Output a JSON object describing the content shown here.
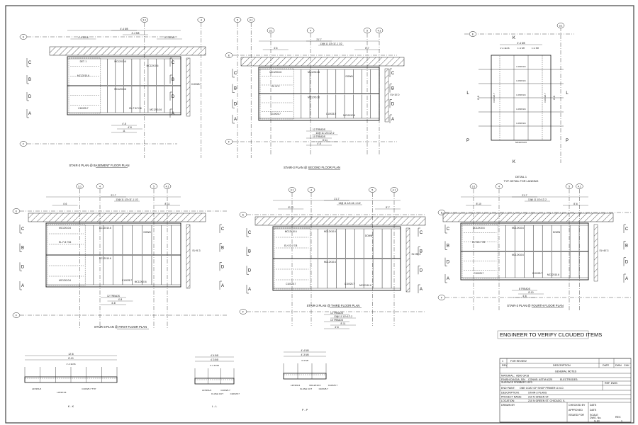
{
  "note": "ENGINEER TO VERIFY CLOUDED ITEMS",
  "plans": [
    {
      "id": "basement",
      "title": "STAIR-3 PLAN @  BASEMENT FLOOR PLAN",
      "top_grids": [
        "3.1",
        "4",
        "5",
        "4.1"
      ],
      "row_grids": [
        "E",
        "F"
      ],
      "marks": [
        "C",
        "B",
        "D",
        "A"
      ],
      "dims": [
        "4'-4 5/8",
        "4'-4 11/16",
        "4'-4 5/8",
        "10'-10 5/8",
        "4'-8",
        "4'-8",
        "11"
      ],
      "labels": [
        "DET. 1",
        "MC12X10.6",
        "MC12X10.6",
        "MC12X10.6",
        "MC12X10.6",
        "MC12X10.6",
        "C10X25.7",
        "C10X25.7",
        "EL-7'-8 7/16"
      ]
    },
    {
      "id": "second",
      "title": "STAIR-3 PLAN @  SECOND FLOOR PLAN",
      "top_grids": [
        "3.1",
        "4",
        "5",
        "4.1"
      ],
      "row_grids": [
        "E",
        "F"
      ],
      "marks": [
        "C",
        "B",
        "D",
        "A"
      ],
      "dims": [
        "21'-7",
        "4'-6",
        "13@ 11 1/2=11'-1 1/2",
        "8'-7",
        "12 TREADS",
        "13@ 11 1/2=12'-2",
        "10 TREADS",
        "8'-11",
        "4'-6"
      ],
      "labels": [
        "MC12X10.6",
        "MC12X10.6",
        "MC12X10.6",
        "MC12X10.6",
        "DOWN",
        "EL+4'-3",
        "EL+10'-0",
        "C10X25.7",
        "C10X25.7"
      ]
    },
    {
      "id": "first",
      "title": "STAIR-3 PLAN @  FIRST FLOOR PLAN",
      "top_grids": [
        "3.1",
        "4",
        "5",
        "4.1"
      ],
      "row_grids": [
        "E",
        "F"
      ],
      "marks": [
        "C",
        "B",
        "D",
        "A"
      ],
      "dims": [
        "21'-7",
        "4'-6",
        "13@ 11 1/2=11'-1 1/2",
        "8'-11",
        "12 TREADS",
        "4'-8",
        "4'-8"
      ],
      "labels": [
        "MC12X10.6",
        "MC12X10.6",
        "MC12X10.6",
        "MC12X10.6",
        "DOWN",
        "EL-7'-8 7/16",
        "EL+5'-3",
        "MC12X10.6",
        "C10X25.7"
      ]
    },
    {
      "id": "third",
      "title": "STAIR-3 PLAN @  THIRD FLOOR PLAN",
      "top_grids": [
        "3.1",
        "4",
        "5",
        "4.1"
      ],
      "row_grids": [
        "E",
        "F"
      ],
      "marks": [
        "C",
        "B",
        "D",
        "A"
      ],
      "dims": [
        "21'-7",
        "8'-10",
        "13@ 11 1/2=11'-1 1/2",
        "8'-7",
        "12 TREADS",
        "13@ 11 1/2=12'-2",
        "10 TREADS",
        "8'-11",
        "4'-6"
      ],
      "labels": [
        "MC12X10.6",
        "MC12X10.6",
        "MC12X10.6",
        "MC12X10.6",
        "DOWN",
        "EL+22'-2 7/8",
        "EL+28'-5",
        "C10X25.7",
        "C10X25.7"
      ]
    },
    {
      "id": "fourth",
      "title": "STAIR-3 PLAN @  FOURTH FLOOR PLAN",
      "top_grids": [
        "3.1",
        "4",
        "5",
        "4.1"
      ],
      "row_grids": [
        "E",
        "F"
      ],
      "marks": [
        "C",
        "B",
        "D",
        "A"
      ],
      "dims": [
        "21'-7",
        "8'-10",
        "13@ 11 1/2=12'-2",
        "8'-6",
        "8 TREADS",
        "8'-10",
        "4'-6"
      ],
      "labels": [
        "MC12X10.6",
        "MC12X10.6",
        "MC12X10.6",
        "MC12X10.6",
        "DOWN",
        "EL+34'-7 7/8",
        "EL+40'-3",
        "C10X25.7",
        "C10X25.7"
      ]
    }
  ],
  "detail": {
    "title": "DETAIL 1",
    "subtitle": "TYP. DETAIL FOR LANDING",
    "grid": "3.1",
    "row": "E",
    "marks": [
      "K",
      "L",
      "P"
    ],
    "dims": [
      "4'-4 5/8",
      "1'-4 11/16",
      "1'-4 5/8",
      "1'-4 5/8",
      "8'-8",
      "8'-8"
    ],
    "labels": [
      "L3X3X1/4",
      "MC12X10.6",
      "C10X25.7",
      "C10X25.7"
    ]
  },
  "sections": [
    {
      "title": "K - K",
      "dims": [
        "12'-8",
        "8'-10",
        "1'-2 11/16"
      ],
      "labels": [
        "L3X3X1/4",
        "L3X3X1/4",
        "C10X25.7 TYP"
      ]
    },
    {
      "title": "L - L",
      "dims": [
        "4'-4 5/8",
        "4'-3 5/8",
        "1'-4 11/16"
      ],
      "labels": [
        "L3X3X1/4",
        "FLUSH CUT",
        "C10X25.7",
        "C10X25.7"
      ]
    },
    {
      "title": "P - P",
      "dims": [
        "4'-4 5/8",
        "4'-3 5/8",
        "4'-3 5/8"
      ],
      "labels": [
        "L3X3X1/4",
        "FLUSH CUT",
        "MC12X10.6",
        "C10X25.7",
        "C10X25.7"
      ]
    }
  ],
  "title_block": {
    "rev_no": "1",
    "rev_desc": "FOR REVIEW",
    "headers": {
      "rev": "REV",
      "description": "DESCRIPTION",
      "date": "DATE",
      "dwn": "DWN",
      "chk": "CHK"
    },
    "general_notes": "GENERAL NOTES",
    "material_label": "MATERIAL:",
    "material": "A500 GR.B",
    "finish_label": "FINISH:",
    "finish": "DIA DIA. S/N",
    "conns_label": "CONNS:",
    "conns": "ASTM A325",
    "electrodes_label": "ELECTRODES:",
    "surface_prep_label": "SURFACE PREP:",
    "surface_prep": "SSPC-SP3",
    "end_paint_label": "END PAINT:",
    "end_paint": "ONE COAT OF SHOP PRIMER U.N.O.",
    "ref_dwg_label": "REF. DWG:",
    "description_label": "DESCRIPTION:",
    "description": "STAIR-3 PLANS",
    "project_label": "PROJECT NAME:",
    "project": "210 N GREEN ST.",
    "location_label": "LOCATION:",
    "location": "210 N GREEN ST. CHICAGO, IL",
    "drawn_by_label": "DRAWN BY",
    "checked_by_label": "CHECKED BY",
    "approved_label": "APPROVED",
    "issued_label": "ISSUED FOR",
    "date_label": "DATE",
    "scale_label": "SCALE",
    "dwg_no_label": "DWG. No.",
    "dwg_no": "S-10",
    "rev_label": "REV.",
    "rev": "1"
  }
}
